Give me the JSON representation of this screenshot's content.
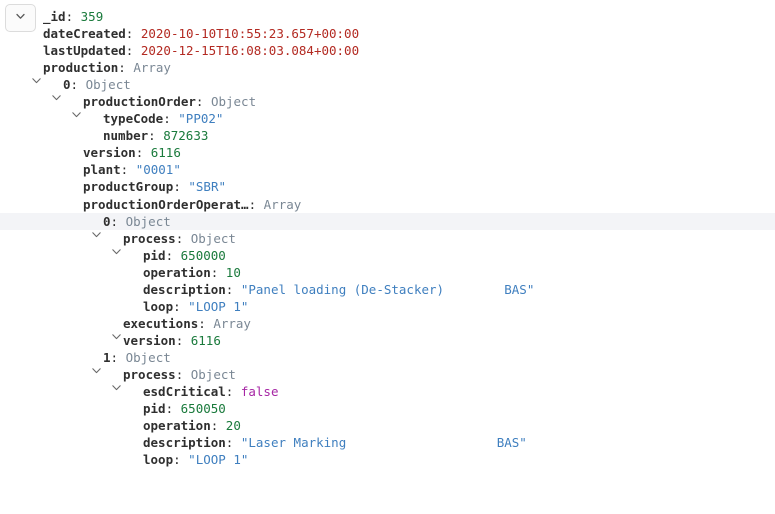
{
  "toolbar": {
    "collapse_all_label": "",
    "collapse_icon": "chevron-down-icon"
  },
  "tree": {
    "rows": [
      {
        "indent": 0,
        "twisty": "none",
        "key": "_id",
        "colon": ":",
        "value": "359",
        "vtype": "number",
        "highlight": false
      },
      {
        "indent": 0,
        "twisty": "none",
        "key": "dateCreated",
        "colon": ":",
        "value": "2020-10-10T10:55:23.657+00:00",
        "vtype": "date",
        "highlight": false
      },
      {
        "indent": 0,
        "twisty": "none",
        "key": "lastUpdated",
        "colon": ":",
        "value": "2020-12-15T16:08:03.084+00:00",
        "vtype": "date",
        "highlight": false
      },
      {
        "indent": 0,
        "twisty": "open",
        "key": "production",
        "colon": ":",
        "value": "Array",
        "vtype": "type",
        "highlight": false
      },
      {
        "indent": 1,
        "twisty": "open",
        "key": "0",
        "colon": ":",
        "value": "Object",
        "vtype": "type",
        "highlight": false
      },
      {
        "indent": 2,
        "twisty": "open",
        "key": "productionOrder",
        "colon": ":",
        "value": "Object",
        "vtype": "type",
        "highlight": false
      },
      {
        "indent": 3,
        "twisty": "none",
        "key": "typeCode",
        "colon": ":",
        "value": "\"PP02\"",
        "vtype": "string",
        "highlight": false
      },
      {
        "indent": 3,
        "twisty": "none",
        "key": "number",
        "colon": ":",
        "value": "872633",
        "vtype": "number",
        "highlight": false
      },
      {
        "indent": 2,
        "twisty": "none",
        "key": "version",
        "colon": ":",
        "value": "6116",
        "vtype": "number",
        "highlight": false
      },
      {
        "indent": 2,
        "twisty": "none",
        "key": "plant",
        "colon": ":",
        "value": "\"0001\"",
        "vtype": "string",
        "highlight": false
      },
      {
        "indent": 2,
        "twisty": "none",
        "key": "productGroup",
        "colon": ":",
        "value": "\"SBR\"",
        "vtype": "string",
        "highlight": false
      },
      {
        "indent": 2,
        "twisty": "open",
        "key": "productionOrderOperat…",
        "colon": ":",
        "value": "Array",
        "vtype": "type",
        "highlight": false
      },
      {
        "indent": 3,
        "twisty": "open",
        "key": "0",
        "colon": ":",
        "value": "Object",
        "vtype": "type",
        "highlight": true
      },
      {
        "indent": 4,
        "twisty": "open",
        "key": "process",
        "colon": ":",
        "value": "Object",
        "vtype": "type",
        "highlight": false
      },
      {
        "indent": 5,
        "twisty": "none",
        "key": "pid",
        "colon": ":",
        "value": "650000",
        "vtype": "number",
        "highlight": false
      },
      {
        "indent": 5,
        "twisty": "none",
        "key": "operation",
        "colon": ":",
        "value": "10",
        "vtype": "number",
        "highlight": false
      },
      {
        "indent": 5,
        "twisty": "none",
        "key": "description",
        "colon": ":",
        "value": "\"Panel loading (De-Stacker)        BAS\"",
        "vtype": "string",
        "highlight": false
      },
      {
        "indent": 5,
        "twisty": "none",
        "key": "loop",
        "colon": ":",
        "value": "\"LOOP 1\"",
        "vtype": "string",
        "highlight": false
      },
      {
        "indent": 4,
        "twisty": "open",
        "key": "executions",
        "colon": ":",
        "value": "Array",
        "vtype": "type",
        "highlight": false
      },
      {
        "indent": 4,
        "twisty": "none",
        "key": "version",
        "colon": ":",
        "value": "6116",
        "vtype": "number",
        "highlight": false
      },
      {
        "indent": 3,
        "twisty": "open",
        "key": "1",
        "colon": ":",
        "value": "Object",
        "vtype": "type",
        "highlight": false
      },
      {
        "indent": 4,
        "twisty": "open",
        "key": "process",
        "colon": ":",
        "value": "Object",
        "vtype": "type",
        "highlight": false
      },
      {
        "indent": 5,
        "twisty": "none",
        "key": "esdCritical",
        "colon": ":",
        "value": "false",
        "vtype": "bool",
        "highlight": false
      },
      {
        "indent": 5,
        "twisty": "none",
        "key": "pid",
        "colon": ":",
        "value": "650050",
        "vtype": "number",
        "highlight": false
      },
      {
        "indent": 5,
        "twisty": "none",
        "key": "operation",
        "colon": ":",
        "value": "20",
        "vtype": "number",
        "highlight": false
      },
      {
        "indent": 5,
        "twisty": "none",
        "key": "description",
        "colon": ":",
        "value": "\"Laser Marking                    BAS\"",
        "vtype": "string",
        "highlight": false
      },
      {
        "indent": 5,
        "twisty": "none",
        "key": "loop",
        "colon": ":",
        "value": "\"LOOP 1\"",
        "vtype": "string",
        "highlight": false
      }
    ]
  },
  "colors": {
    "number": "#1a7a3c",
    "string": "#3f7fbf",
    "date": "#b32a22",
    "bool": "#a626a4",
    "type": "#7a8794",
    "key": "#2f2f2f",
    "row_highlight": "#f3f4f7",
    "background": "#ffffff"
  }
}
